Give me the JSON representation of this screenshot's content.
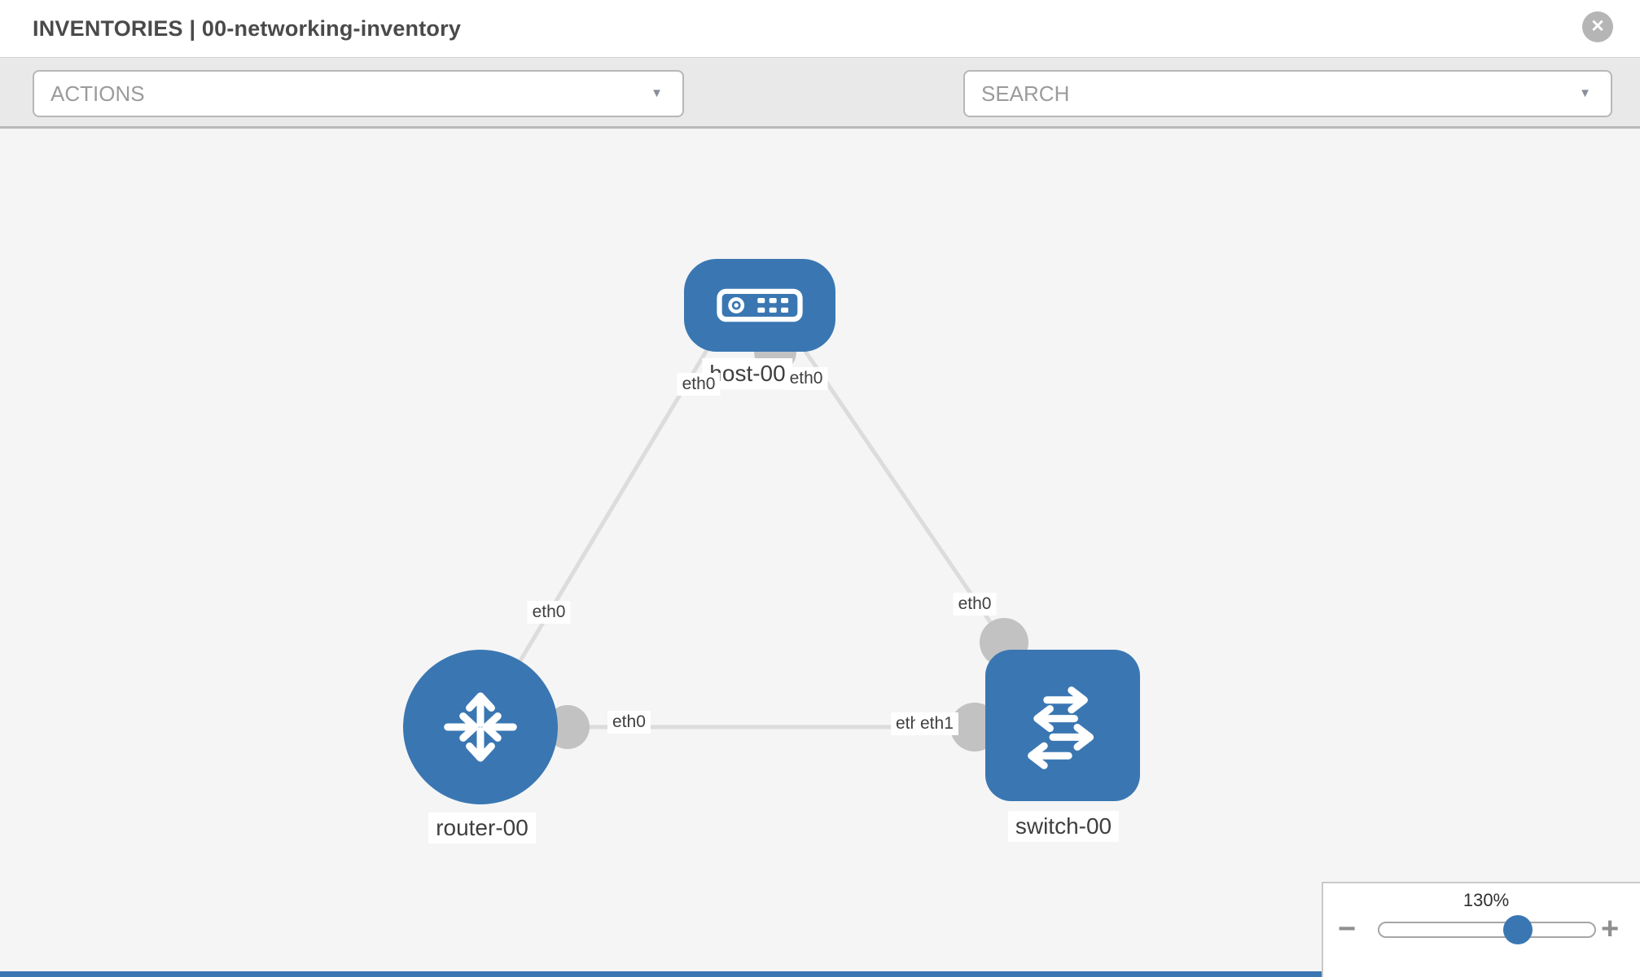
{
  "window": {
    "title": "INVENTORIES | 00-networking-inventory"
  },
  "icons": {
    "dropdown": "▼",
    "close": "✕",
    "toolbar": [
      "wrench-icon",
      "key-icon"
    ]
  },
  "toolbar": {
    "actions_label": "ACTIONS",
    "search_placeholder": "SEARCH"
  },
  "topology": {
    "nodes": [
      {
        "id": "host-00",
        "type": "host",
        "label": "host-00"
      },
      {
        "id": "router-00",
        "type": "router",
        "label": "router-00"
      },
      {
        "id": "switch-00",
        "type": "switch",
        "label": "switch-00"
      }
    ],
    "edges": [
      {
        "from": "host-00",
        "from_interface": "eth0",
        "to": "router-00",
        "to_interface": "eth0"
      },
      {
        "from": "host-00",
        "from_interface": "eth0",
        "to": "switch-00",
        "to_interface": "eth0"
      },
      {
        "from": "router-00",
        "from_interface": "eth0",
        "to": "switch-00",
        "to_interface": "eth1"
      }
    ],
    "edge_labels": {
      "host_left": "eth0",
      "host_right": "eth0",
      "mid_left": "eth0",
      "mid_right": "eth0",
      "router_side": "eth0",
      "switch_side_back": "eth0",
      "switch_side_front": "eth1"
    }
  },
  "zoom_control": {
    "level": "130%",
    "minus_glyph": "−",
    "plus_glyph": "+"
  },
  "colors": {
    "node_blue": "#3a77b2",
    "link_gray": "#dcdcdc",
    "connector_gray": "#c2c2c2",
    "toolbar_bg": "#e9e9e9",
    "canvas_bg": "#f5f5f6"
  }
}
